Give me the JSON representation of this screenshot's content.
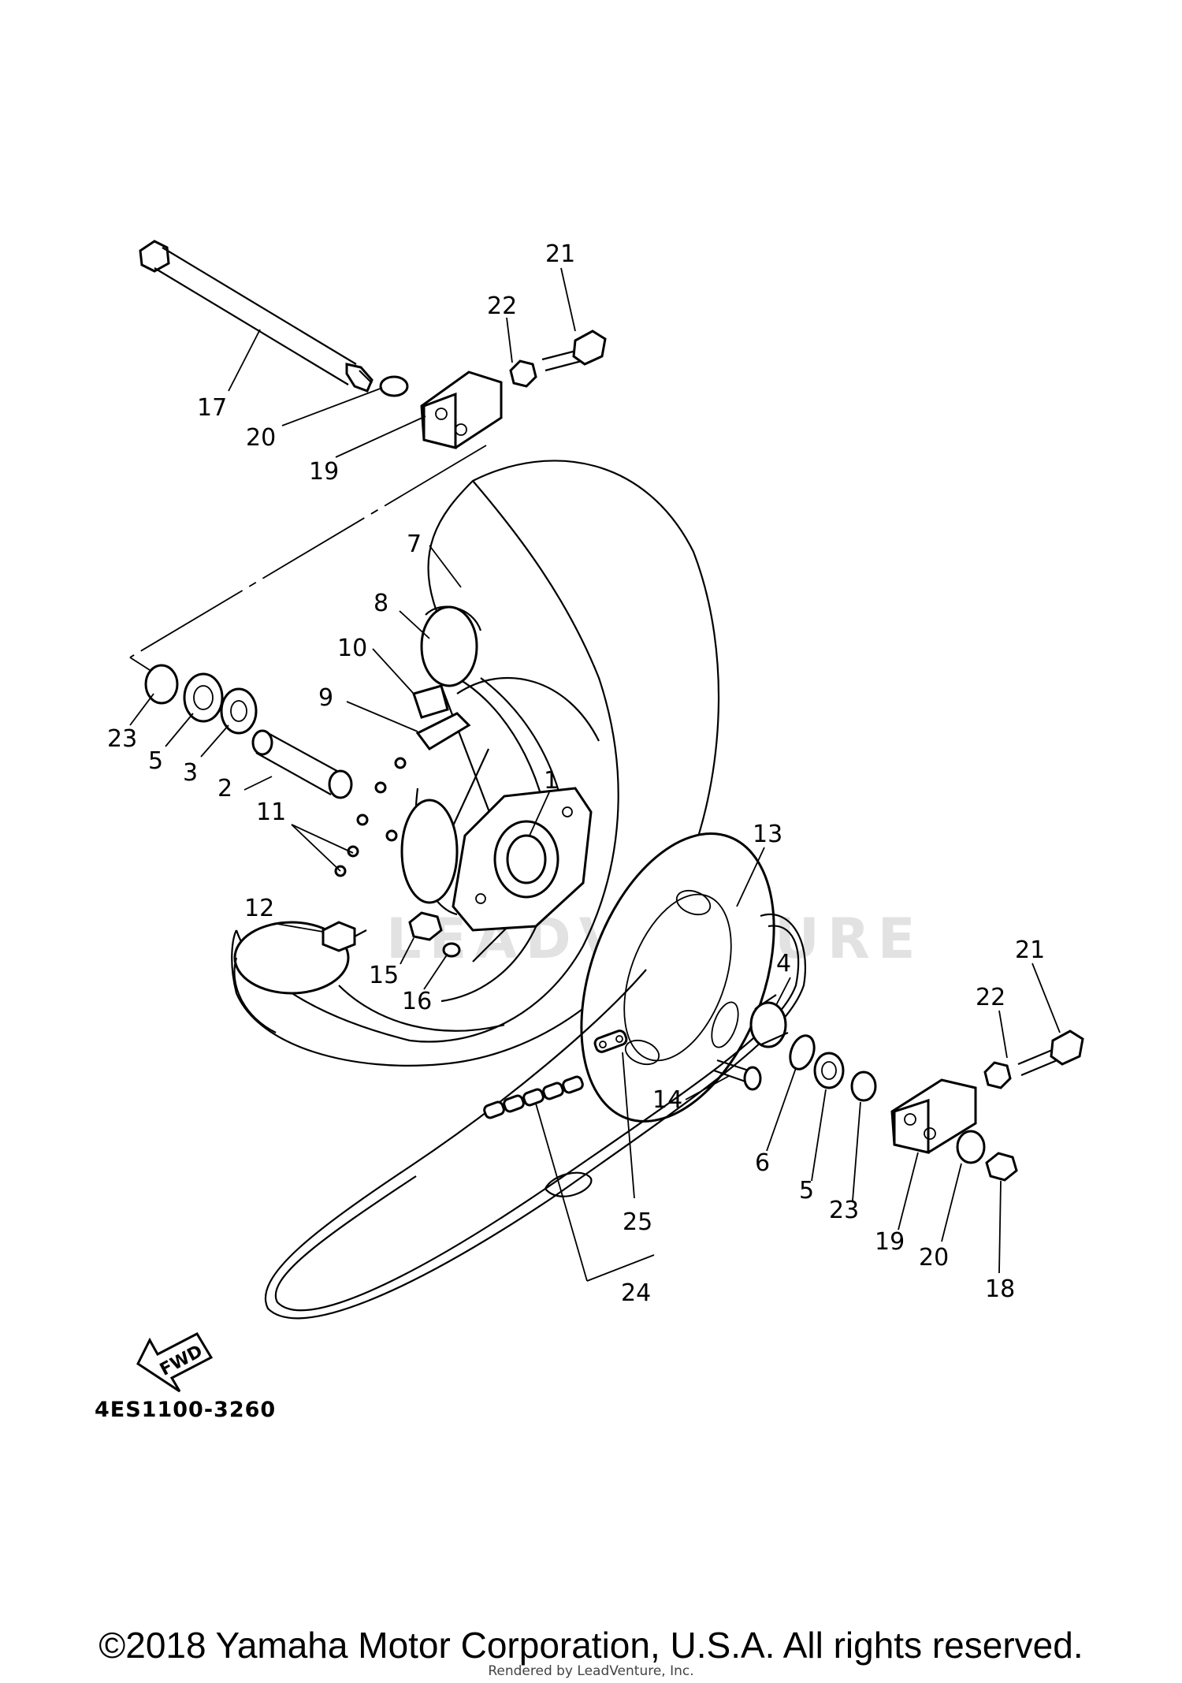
{
  "diagram": {
    "callouts": [
      "17",
      "20",
      "19",
      "22",
      "21",
      "7",
      "8",
      "10",
      "9",
      "23",
      "5",
      "3",
      "2",
      "1",
      "11",
      "12",
      "15",
      "16",
      "13",
      "4",
      "22",
      "21",
      "14",
      "6",
      "5",
      "23",
      "19",
      "20",
      "18",
      "25",
      "24"
    ],
    "part_code": "4ES1100-3260",
    "fwd_label": "FWD",
    "watermark": "LEADVENTURE"
  },
  "footer": {
    "copyright": "©2018 Yamaha Motor Corporation, U.S.A. All rights reserved.",
    "rendered_by": "Rendered by LeadVenture, Inc."
  }
}
